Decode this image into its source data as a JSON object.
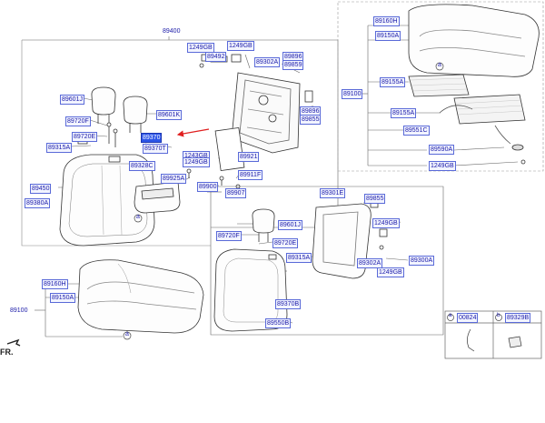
{
  "labels": {
    "assy_89400": "89400",
    "p1249gb_a": "1249GB",
    "p1249gb_b": "1249GB",
    "p89492": "89492",
    "p89302a_1": "89302A",
    "p89896_a": "89896",
    "p89859": "89859",
    "p89601j_1": "89601J",
    "p89601k": "89601K",
    "p89720f_1": "89720F",
    "p89720e_1": "89720E",
    "p89315a_1": "89315A",
    "p89370_hl": "89370",
    "p89370t": "89370T",
    "p89896_b": "89896",
    "p89855_1": "89855",
    "p1243gb": "1243GB",
    "p1249gb_c": "1249GB",
    "p89921": "89921",
    "p89328c": "89328C",
    "p89925a": "89925A",
    "p89911f": "89911F",
    "p89450": "89450",
    "p89380a": "89380A",
    "p89900": "89900",
    "p89907": "89907",
    "p89160h_top": "89160H",
    "p89150a_top": "89150A",
    "p89100_top": "89100",
    "p89155a_1": "89155A",
    "p89155a_2": "89155A",
    "p89551c": "89551C",
    "p89590a": "89590A",
    "p1249gb_top": "1249GB",
    "assy_89301e": "89301E",
    "p89855_2": "89855",
    "p89601j_2": "89601J",
    "p1249gb_d": "1249GB",
    "p89720f_2": "89720F",
    "p89720e_2": "89720E",
    "p89300a": "89300A",
    "p89302a_2": "89302A",
    "p89315a_2": "89315A",
    "p1249gb_e": "1249GB",
    "p89370b": "89370B",
    "p89550b": "89550B",
    "p89160h_low": "89160H",
    "p89150a_low": "89150A",
    "p89100_low": "89100",
    "legend_00824": "00824",
    "legend_89329b": "89329B",
    "ref_a": "a",
    "ref_b": "b",
    "fr": "FR."
  },
  "colors": {
    "label_text": "#1a1aa8",
    "label_fill": "#f2f4ff",
    "label_border": "#5a6ad8",
    "highlight_fill": "#2c55e8",
    "callout_arrow": "#e02020",
    "line": "#555555"
  }
}
